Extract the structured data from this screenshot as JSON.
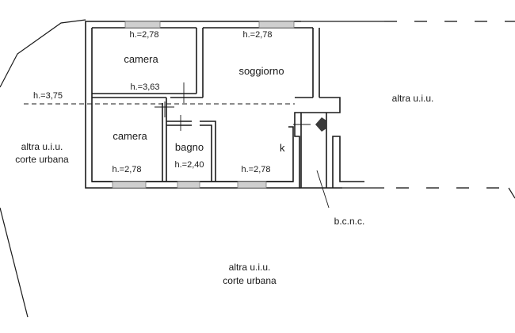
{
  "plan": {
    "rooms": [
      {
        "name": "camera",
        "height": "h.=2,78",
        "height2": "h.=3,63"
      },
      {
        "name": "soggiorno",
        "height": "h.=2,78"
      },
      {
        "name": "camera",
        "height": "h.=2,78"
      },
      {
        "name": "bagno",
        "height": "h.=2,40"
      },
      {
        "name": "k",
        "height": "h.=2,78"
      }
    ],
    "external_height": "h.=3,75",
    "labels": {
      "altra_right": "altra u.i.u.",
      "altra_left_1": "altra u.i.u.",
      "altra_left_2": "corte urbana",
      "altra_bottom_1": "altra u.i.u.",
      "altra_bottom_2": "corte urbana",
      "bcnc": "b.c.n.c."
    },
    "colors": {
      "wall": "#1a1a1a",
      "window": "#8a8a8a",
      "arrow": "#3a3a3a"
    }
  }
}
